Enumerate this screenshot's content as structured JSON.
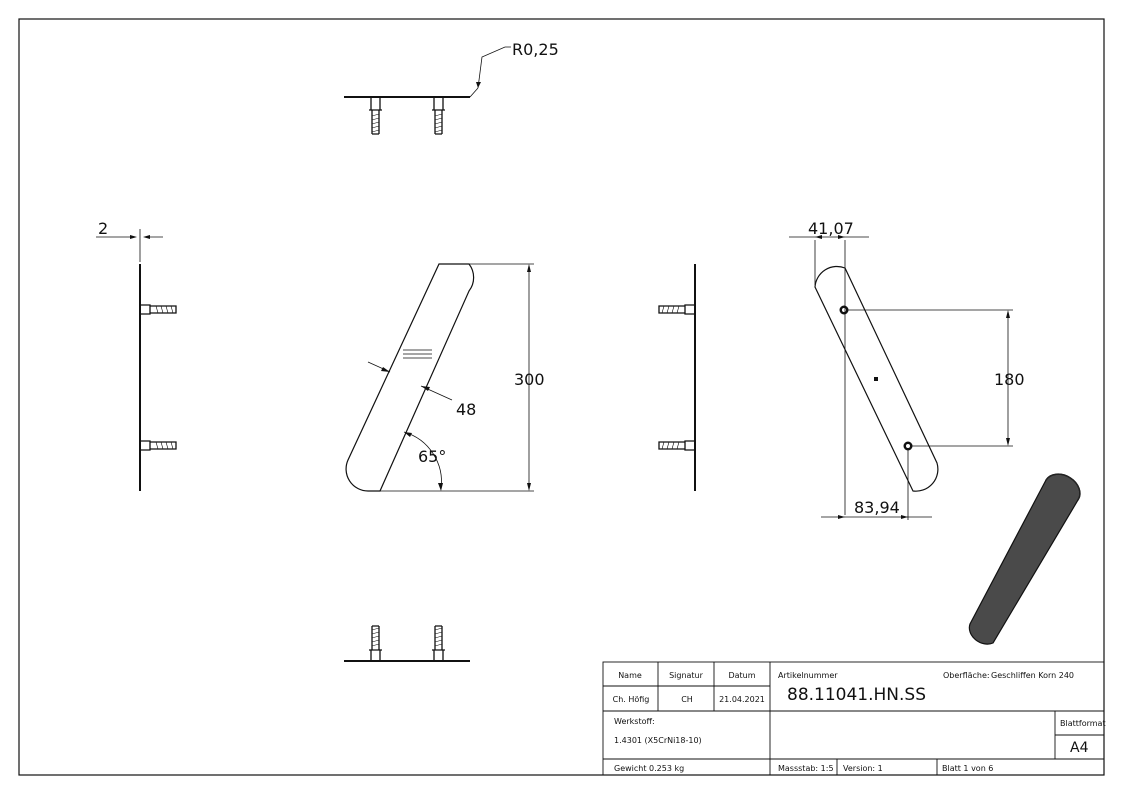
{
  "drawing": {
    "radius_label": "R0,25",
    "thickness_label": "2",
    "height_label": "300",
    "width_label": "48",
    "angle_label": "65°",
    "offset_top_label": "41,07",
    "hole_spacing_label": "180",
    "offset_bottom_label": "83,94",
    "colors": {
      "line": "#111111",
      "shaded_part": "#4a4a4a"
    }
  },
  "title_block": {
    "name_header": "Name",
    "signature_header": "Signatur",
    "date_header": "Datum",
    "name_value": "Ch. Höfig",
    "signature_value": "CH",
    "date_value": "21.04.2021",
    "article_label": "Artikelnummer",
    "article_value": "88.11041.HN.SS",
    "surface_label": "Oberfläche:",
    "surface_value": "Geschliffen Korn 240",
    "material_label": "Werkstoff:",
    "material_value": "1.4301 (X5CrNi18-10)",
    "format_label": "Blattformat",
    "format_value": "A4",
    "weight_value": "Gewicht 0.253 kg",
    "scale_value": "Massstab: 1:5",
    "version_value": "Version: 1",
    "sheet_value": "Blatt 1 von 6"
  }
}
